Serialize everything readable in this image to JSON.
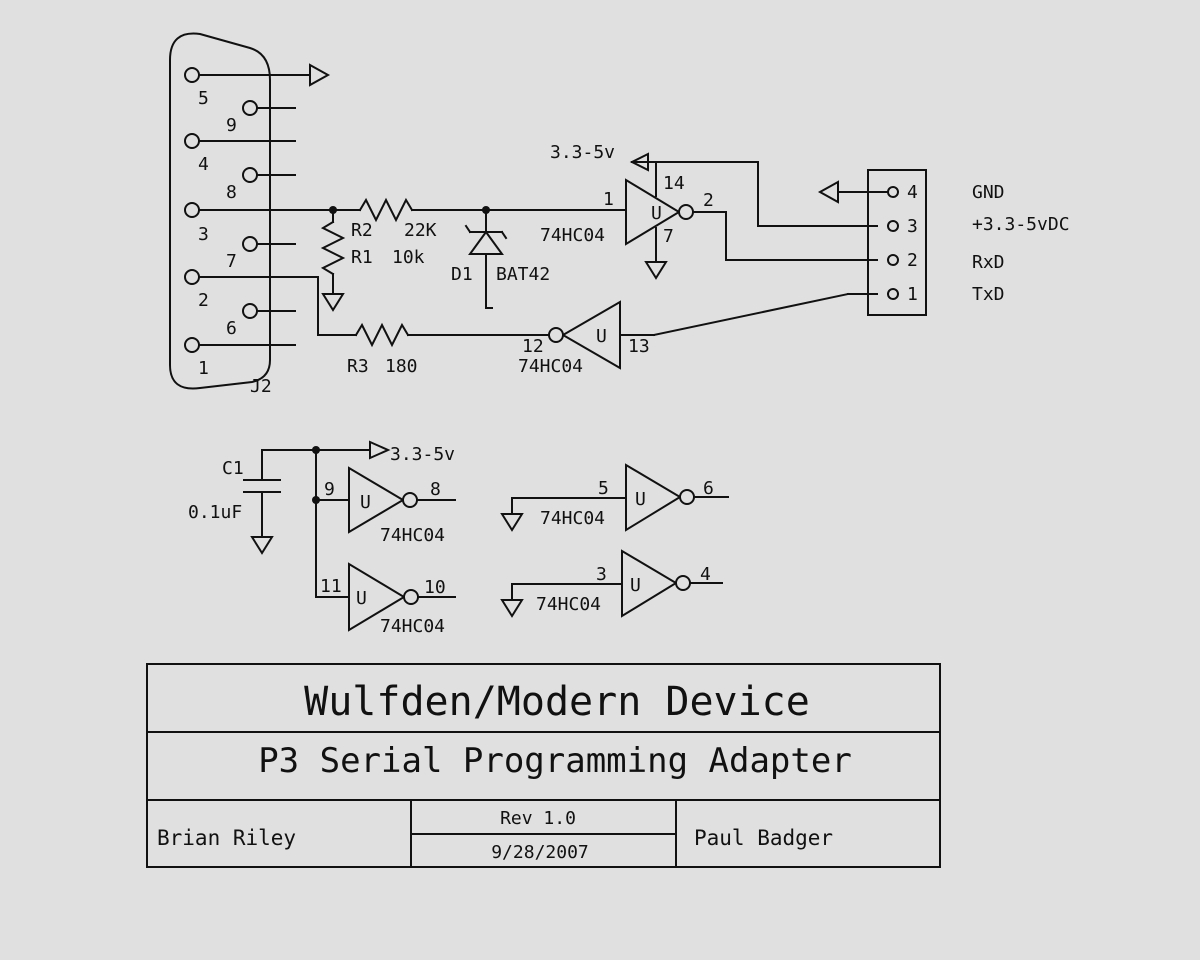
{
  "connector": {
    "ref": "J2",
    "pins": [
      "5",
      "9",
      "4",
      "8",
      "3",
      "7",
      "2",
      "6",
      "1"
    ]
  },
  "components": {
    "r2": {
      "ref": "R2",
      "value": "22K"
    },
    "r1": {
      "ref": "R1",
      "value": "10k"
    },
    "r3": {
      "ref": "R3",
      "value": "180"
    },
    "d1": {
      "ref": "D1",
      "value": "BAT42"
    },
    "c1": {
      "ref": "C1",
      "value": "0.1uF"
    },
    "u_part": "74HC04",
    "u_symbol": "U"
  },
  "nets": {
    "supply": "3.3-5v"
  },
  "gates": {
    "g1": {
      "in": "1",
      "out": "2",
      "vcc": "14",
      "gnd": "7"
    },
    "g2": {
      "in": "13",
      "out": "12"
    },
    "g3": {
      "in": "9",
      "out": "8"
    },
    "g4": {
      "in": "11",
      "out": "10"
    },
    "g5": {
      "in": "5",
      "out": "6"
    },
    "g6": {
      "in": "3",
      "out": "4"
    }
  },
  "header": {
    "pins": [
      "4",
      "3",
      "2",
      "1"
    ],
    "signals": [
      "GND",
      "+3.3-5vDC",
      "RxD",
      "TxD"
    ]
  },
  "title_block": {
    "company": "Wulfden/Modern Device",
    "title": "P3 Serial Programming Adapter",
    "author_left": "Brian Riley",
    "rev": "Rev 1.0",
    "date": "9/28/2007",
    "author_right": "Paul Badger"
  }
}
